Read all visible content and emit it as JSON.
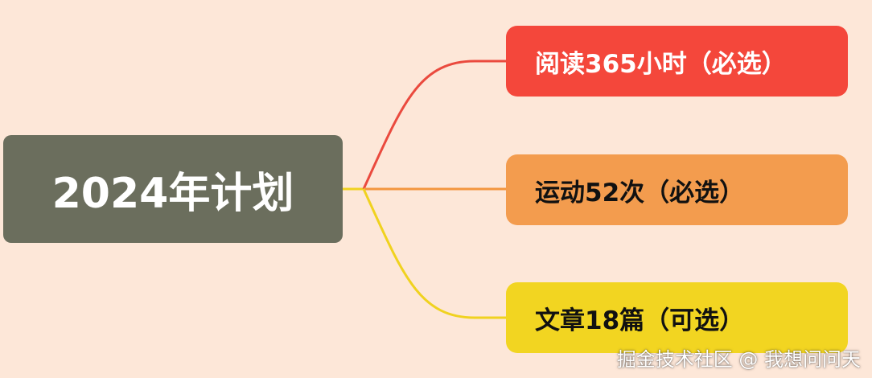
{
  "root": {
    "label": "2024年计划",
    "color": "#6b6e5d"
  },
  "branches": [
    {
      "label": "阅读365小时（必选）",
      "color": "#f4473b",
      "line_color": "#ea4a3e"
    },
    {
      "label": "运动52次（必选）",
      "color": "#f39c4e",
      "line_color": "#f3963f"
    },
    {
      "label": "文章18篇（可选）",
      "color": "#f2d521",
      "line_color": "#f0d21f"
    }
  ],
  "watermark": "掘金技术社区 @ 我想问问天",
  "background": "#fde7d8"
}
